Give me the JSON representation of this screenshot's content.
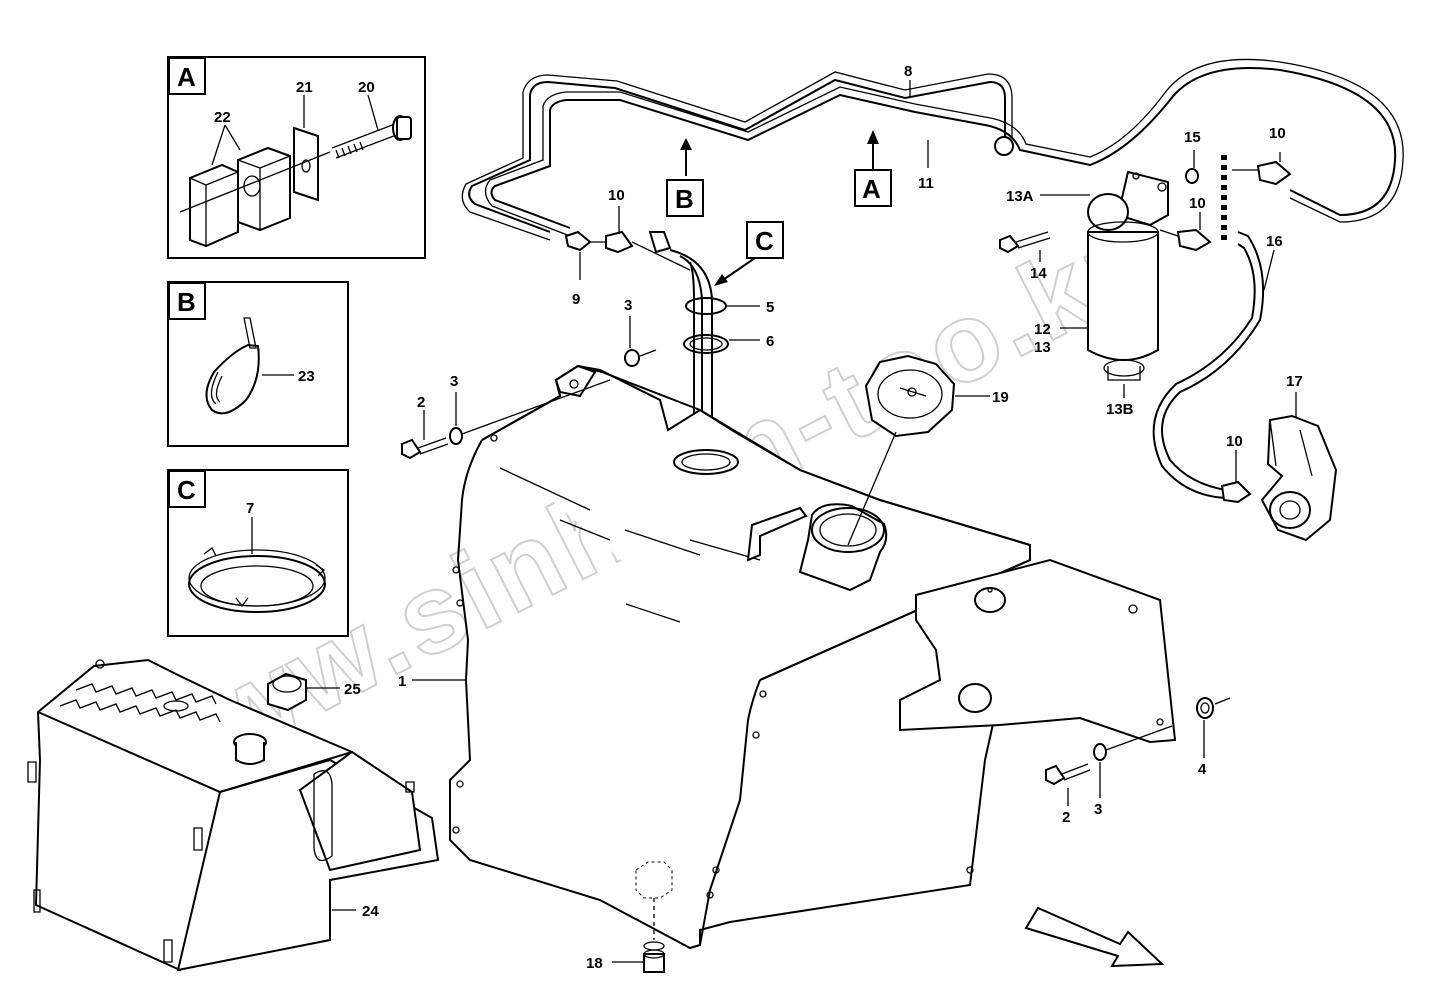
{
  "inset_panels": [
    {
      "letter": "A",
      "labels": [
        "20",
        "21",
        "22"
      ]
    },
    {
      "letter": "B",
      "labels": [
        "23"
      ]
    },
    {
      "letter": "C",
      "labels": [
        "7"
      ]
    }
  ],
  "callout_flags": [
    "A",
    "B",
    "C"
  ],
  "labels": {
    "l1": "1",
    "l2a": "2",
    "l2b": "2",
    "l3a": "3",
    "l3b": "3",
    "l3c": "3",
    "l4": "4",
    "l5": "5",
    "l6": "6",
    "l7": "7",
    "l8": "8",
    "l9": "9",
    "l10a": "10",
    "l10b": "10",
    "l10c": "10",
    "l10d": "10",
    "l11": "11",
    "l12": "12",
    "l13": "13",
    "l13a": "13A",
    "l13b": "13B",
    "l14": "14",
    "l15": "15",
    "l16": "16",
    "l17": "17",
    "l18": "18",
    "l19": "19",
    "l20": "20",
    "l21": "21",
    "l22": "22",
    "l23": "23",
    "l24": "24",
    "l25": "25"
  },
  "watermark": "www.sinhron-too.kz"
}
